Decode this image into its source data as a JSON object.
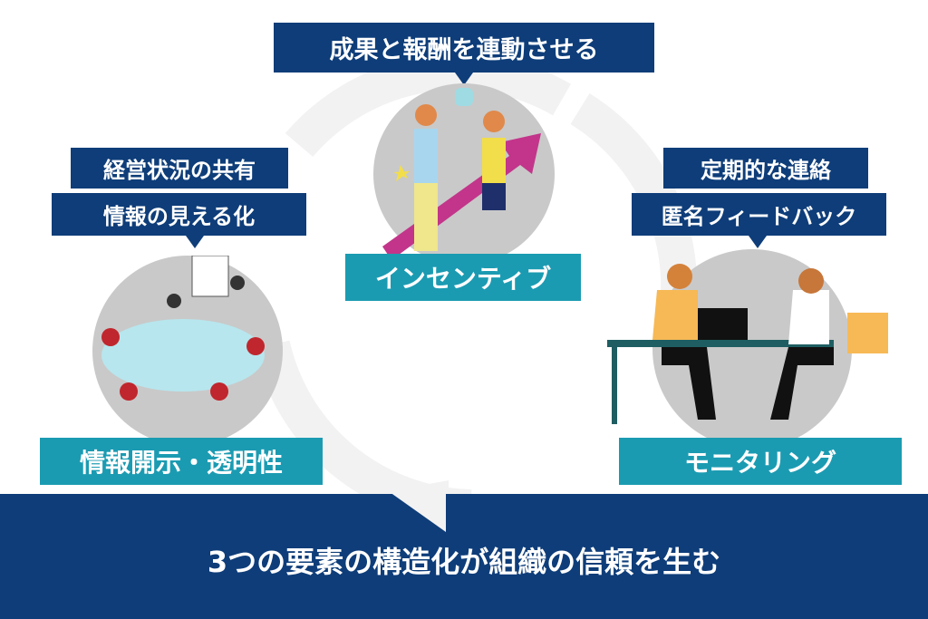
{
  "top": {
    "label": "成果と報酬を連動させる",
    "title": "インセンティブ"
  },
  "left": {
    "labels": [
      "経営状況の共有",
      "情報の見える化"
    ],
    "title": "情報開示・透明性"
  },
  "right": {
    "labels": [
      "定期的な連絡",
      "匿名フィードバック"
    ],
    "title": "モニタリング"
  },
  "footer": {
    "text": "3つの要素の構造化が組織の信頼を生む"
  },
  "colors": {
    "navy": "#0e3d79",
    "teal": "#1b9bb2",
    "arrow": "#f2f2f2",
    "circle": "#c9c9c9"
  }
}
